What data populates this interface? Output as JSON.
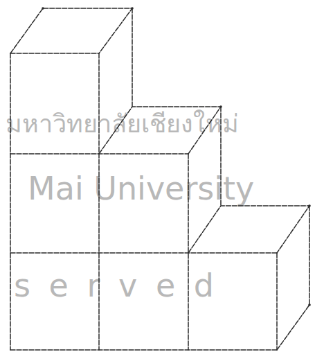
{
  "diagram": {
    "labels": [
      "มหาวิทยาลัยเชียงใหม่",
      "Mai University",
      "s e r v e d"
    ]
  }
}
